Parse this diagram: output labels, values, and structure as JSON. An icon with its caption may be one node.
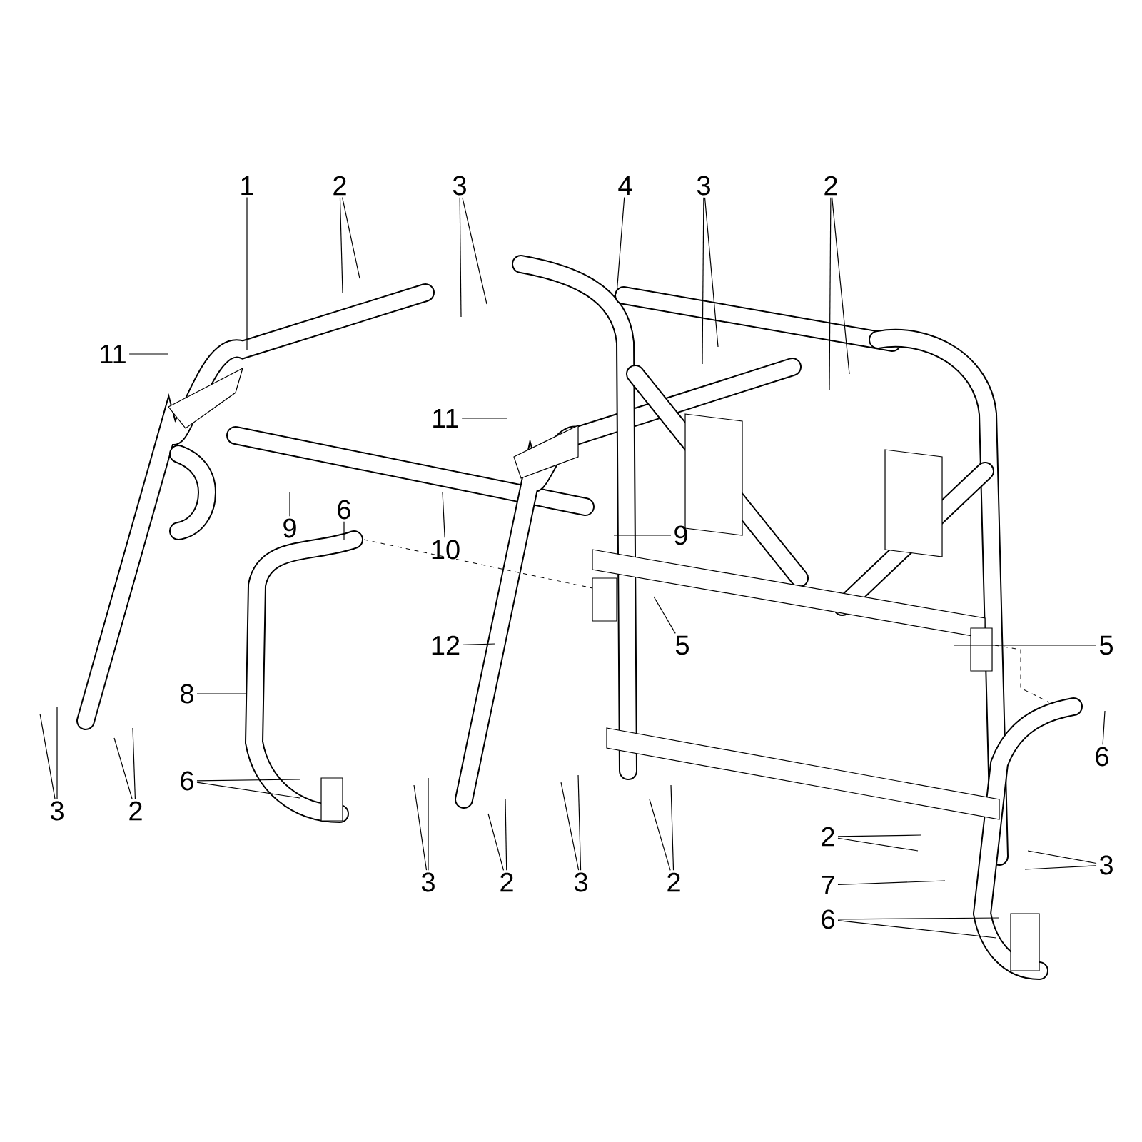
{
  "diagram": {
    "nodes": [
      {
        "text": [
          "1"
        ]
      },
      {
        "text": [
          "2"
        ]
      },
      {
        "text": [
          "3"
        ]
      },
      {
        "text": [
          "4"
        ]
      },
      {
        "text": [
          "3"
        ]
      },
      {
        "text": [
          "2"
        ]
      },
      {
        "text": [
          "11"
        ]
      },
      {
        "text": [
          "11"
        ]
      },
      {
        "text": [
          "9"
        ]
      },
      {
        "text": [
          "10"
        ]
      },
      {
        "text": [
          "6"
        ]
      },
      {
        "text": [
          "9"
        ]
      },
      {
        "text": [
          "5"
        ]
      },
      {
        "text": [
          "12"
        ]
      },
      {
        "text": [
          "5"
        ]
      },
      {
        "text": [
          "8"
        ]
      },
      {
        "text": [
          "6"
        ]
      },
      {
        "text": [
          "6"
        ]
      },
      {
        "text": [
          "3"
        ]
      },
      {
        "text": [
          "2"
        ]
      },
      {
        "text": [
          "3"
        ]
      },
      {
        "text": [
          "2"
        ]
      },
      {
        "text": [
          "3"
        ]
      },
      {
        "text": [
          "2"
        ]
      },
      {
        "text": [
          "2"
        ]
      },
      {
        "text": [
          "3"
        ]
      },
      {
        "text": [
          "7"
        ]
      },
      {
        "text": [
          "6"
        ]
      }
    ],
    "edges": [
      {
        "from": 0,
        "to": null,
        "arrow": "none"
      },
      {
        "from": 1,
        "to": null,
        "arrow": "none"
      },
      {
        "from": 1,
        "to": null,
        "arrow": "none"
      },
      {
        "from": 2,
        "to": null,
        "arrow": "none"
      },
      {
        "from": 2,
        "to": null,
        "arrow": "none"
      },
      {
        "from": 3,
        "to": null,
        "arrow": "none"
      },
      {
        "from": 4,
        "to": null,
        "arrow": "none"
      },
      {
        "from": 4,
        "to": null,
        "arrow": "none"
      },
      {
        "from": 5,
        "to": null,
        "arrow": "none"
      },
      {
        "from": 5,
        "to": null,
        "arrow": "none"
      },
      {
        "from": 6,
        "to": null,
        "arrow": "none"
      },
      {
        "from": 7,
        "to": null,
        "arrow": "none"
      },
      {
        "from": 8,
        "to": null,
        "arrow": "none"
      },
      {
        "from": 9,
        "to": null,
        "arrow": "none"
      },
      {
        "from": 10,
        "to": null,
        "arrow": "none"
      },
      {
        "from": 11,
        "to": null,
        "arrow": "none"
      },
      {
        "from": 12,
        "to": null,
        "arrow": "none"
      },
      {
        "from": 13,
        "to": null,
        "arrow": "none"
      },
      {
        "from": 14,
        "to": null,
        "arrow": "none"
      },
      {
        "from": 15,
        "to": null,
        "arrow": "none"
      },
      {
        "from": 16,
        "to": null,
        "arrow": "none"
      },
      {
        "from": 17,
        "to": null,
        "arrow": "none"
      },
      {
        "from": 17,
        "to": null,
        "arrow": "none"
      },
      {
        "from": 18,
        "to": null,
        "arrow": "none"
      },
      {
        "from": 18,
        "to": null,
        "arrow": "none"
      },
      {
        "from": 19,
        "to": null,
        "arrow": "none"
      },
      {
        "from": 19,
        "to": null,
        "arrow": "none"
      },
      {
        "from": 20,
        "to": null,
        "arrow": "none"
      },
      {
        "from": 20,
        "to": null,
        "arrow": "none"
      },
      {
        "from": 21,
        "to": null,
        "arrow": "none"
      },
      {
        "from": 21,
        "to": null,
        "arrow": "none"
      },
      {
        "from": 22,
        "to": null,
        "arrow": "none"
      },
      {
        "from": 22,
        "to": null,
        "arrow": "none"
      },
      {
        "from": 23,
        "to": null,
        "arrow": "none"
      },
      {
        "from": 23,
        "to": null,
        "arrow": "none"
      },
      {
        "from": 24,
        "to": null,
        "arrow": "none"
      },
      {
        "from": 24,
        "to": null,
        "arrow": "none"
      },
      {
        "from": 25,
        "to": null,
        "arrow": "none"
      },
      {
        "from": 25,
        "to": null,
        "arrow": "none"
      },
      {
        "from": 26,
        "to": null,
        "arrow": "none"
      },
      {
        "from": 27,
        "to": null,
        "arrow": "none"
      },
      {
        "from": 27,
        "to": null,
        "arrow": "none"
      }
    ]
  }
}
